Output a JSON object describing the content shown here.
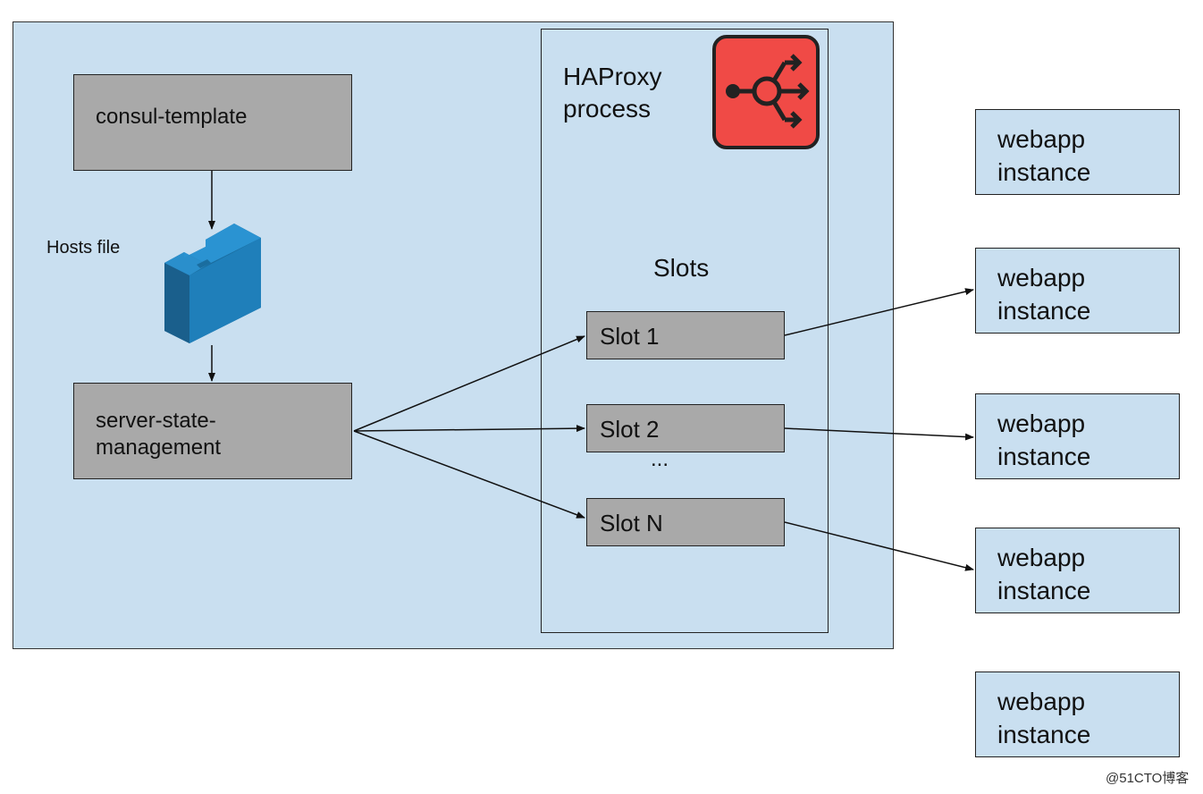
{
  "consul_template": {
    "label": "consul-template"
  },
  "hosts_file": {
    "label": "Hosts file",
    "icon": "folder-icon",
    "color": "#1a7fbf"
  },
  "server_state": {
    "label": "server-state-\nmanagement"
  },
  "haproxy": {
    "label": "HAProxy\nprocess",
    "icon": "load-balancer-icon",
    "icon_color": "#f04a46"
  },
  "slots": {
    "label": "Slots",
    "items": [
      "Slot 1",
      "Slot 2",
      "Slot N"
    ],
    "ellipsis": "..."
  },
  "webapps": [
    "webapp\ninstance",
    "webapp\ninstance",
    "webapp\ninstance",
    "webapp\ninstance",
    "webapp\ninstance"
  ],
  "watermark": "@51CTO博客",
  "colors": {
    "panel": "#c9dff0",
    "box": "#a9a9a9"
  }
}
